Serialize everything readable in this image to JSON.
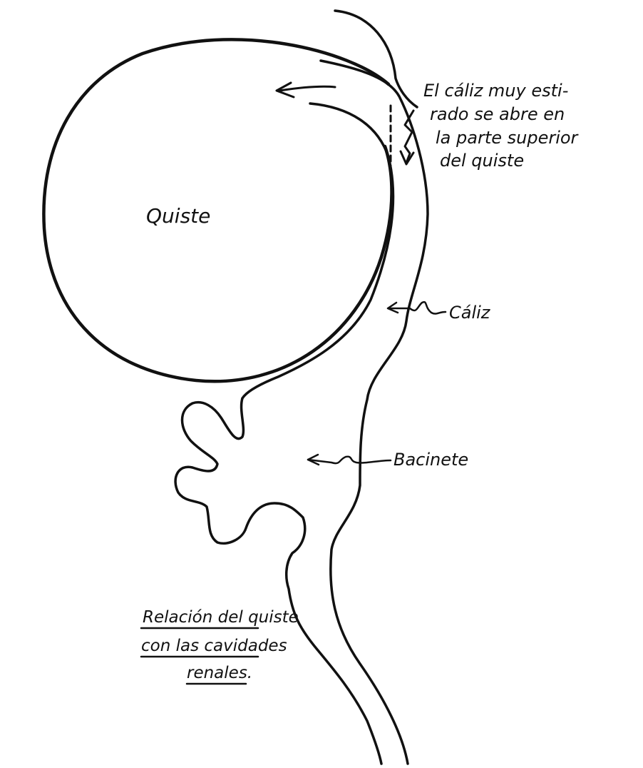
{
  "labels": {
    "quiste": "Quiste",
    "note_line1": "El cáliz muy esti-",
    "note_line2": "rado se abre en",
    "note_line3": "la parte superior",
    "note_line4": "del quiste",
    "caliz": "Cáliz",
    "bacinete": "Bacinete"
  },
  "caption": {
    "line1": "Relación del quiste",
    "line2": "con las cavidades",
    "line3": "renales."
  },
  "colors": {
    "ink": "#111111",
    "paper": "#ffffff"
  }
}
